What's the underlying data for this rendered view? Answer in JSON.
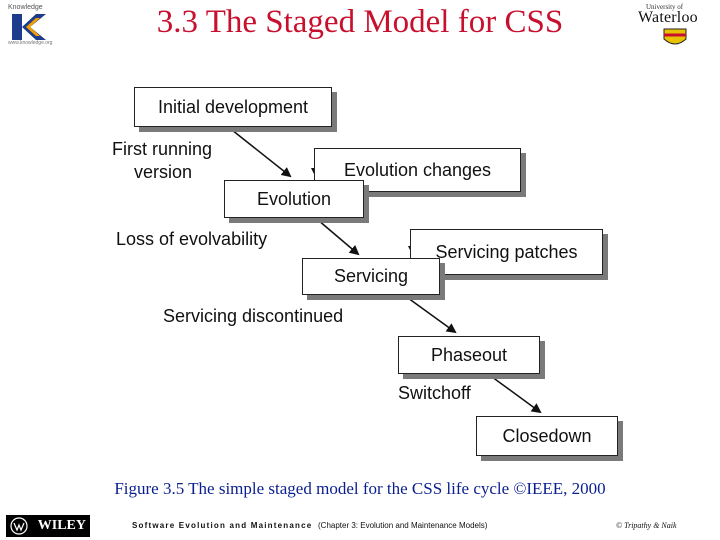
{
  "header": {
    "title": "3.3 The Staged Model for CSS",
    "left_logo_brand": "Knowledge",
    "left_logo_url": "www.knowledge.org",
    "right_logo_univ": "University of",
    "right_logo_name": "Waterloo"
  },
  "diagram": {
    "boxes": {
      "initial": "Initial development",
      "evo_changes": "Evolution changes",
      "evolution": "Evolution",
      "servicing_patches": "Servicing patches",
      "servicing": "Servicing",
      "phaseout": "Phaseout",
      "closedown": "Closedown"
    },
    "labels": {
      "first_running_1": "First running",
      "first_running_2": "version",
      "loss": "Loss of evolvability",
      "discontinued": "Servicing discontinued",
      "switchoff": "Switchoff"
    }
  },
  "caption": "Figure 3.5 The simple staged model for the CSS life cycle ©IEEE, 2000",
  "footer": {
    "publisher": "WILEY",
    "book": "Software Evolution and Maintenance",
    "chapter": "(Chapter 3: Evolution and Maintenance Models)",
    "authors": "© Tripathy & Naik"
  },
  "colors": {
    "title": "#c8102e",
    "caption": "#0a1f8f",
    "shadow": "#7a7a7a"
  }
}
